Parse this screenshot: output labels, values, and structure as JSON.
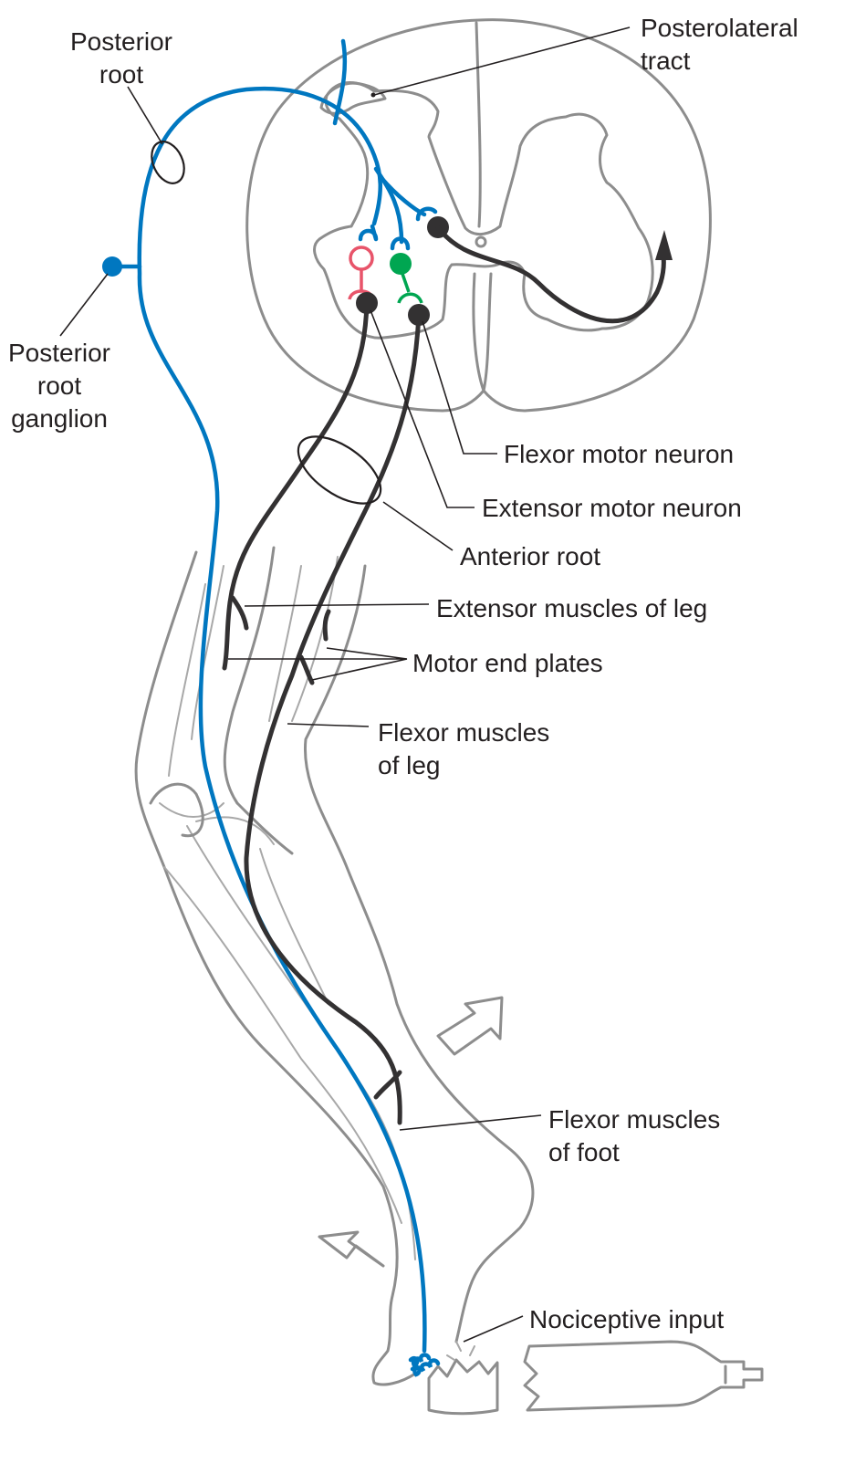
{
  "labels": {
    "posterior_root": [
      "Posterior",
      "root"
    ],
    "posterolateral_tract": [
      "Posterolateral",
      "tract"
    ],
    "posterior_root_ganglion": [
      "Posterior",
      "root",
      "ganglion"
    ],
    "flexor_motor_neuron": "Flexor motor neuron",
    "extensor_motor_neuron": "Extensor motor neuron",
    "anterior_root": "Anterior root",
    "extensor_muscles_of_leg": "Extensor muscles of leg",
    "motor_end_plates": "Motor end plates",
    "flexor_muscles_of_leg": [
      "Flexor muscles",
      "of leg"
    ],
    "flexor_muscles_of_foot": [
      "Flexor muscles",
      "of foot"
    ],
    "nociceptive_input": "Nociceptive input"
  },
  "colors": {
    "sensory_fiber": "#0077c0",
    "motor_fiber": "#333132",
    "inhibitory_interneuron": "#e8546a",
    "excitatory_interneuron": "#00a651",
    "outline": "#8d8d8d"
  }
}
